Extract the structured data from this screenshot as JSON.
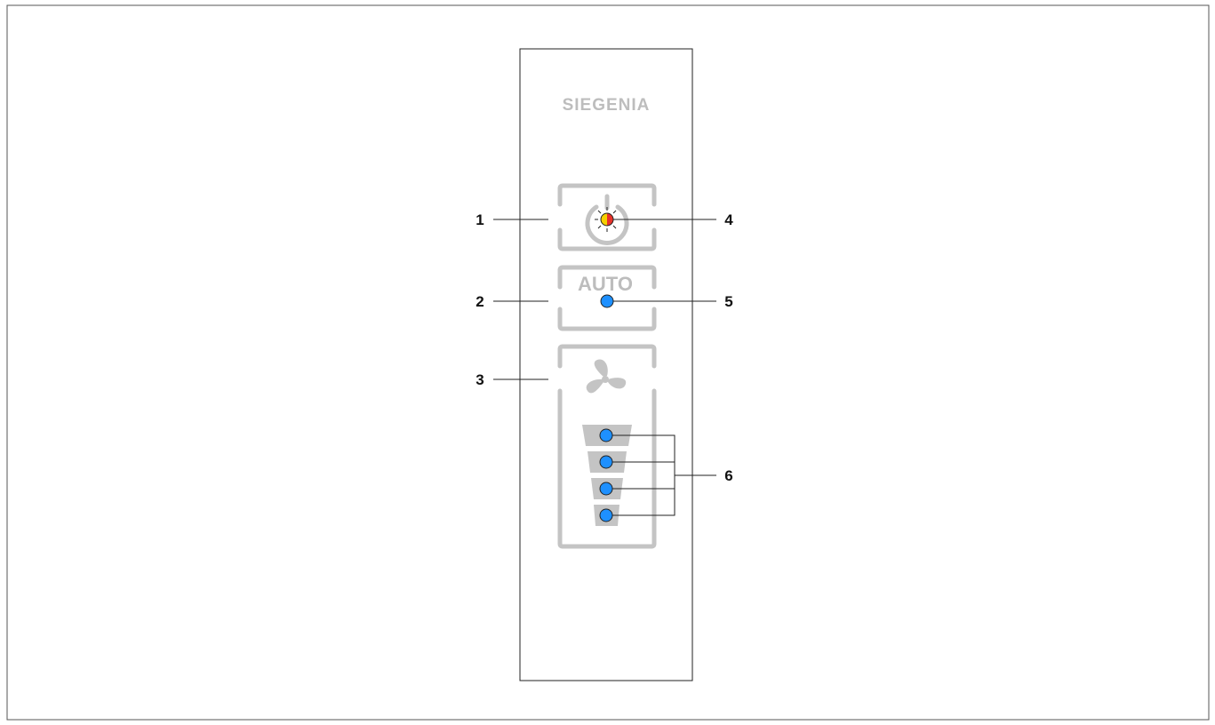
{
  "panel": {
    "brand": "SIEGENIA",
    "auto_label": "AUTO"
  },
  "callouts": [
    "1",
    "2",
    "3",
    "4",
    "5",
    "6"
  ],
  "colors": {
    "button_outline": "#c4c4c4",
    "led_blue": "#1e90ff",
    "led_red": "#e8322b",
    "led_yellow": "#f5d000",
    "leader_line": "#222222"
  },
  "icons": {
    "power_button": "power-icon",
    "fan_button": "fan-icon"
  },
  "fan_level_leds": 4
}
